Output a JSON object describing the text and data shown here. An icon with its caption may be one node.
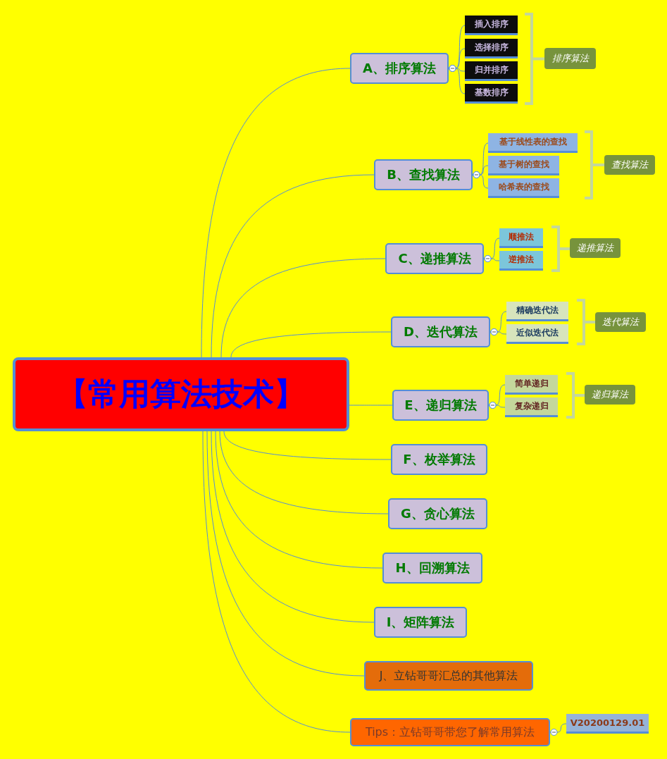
{
  "diagram": {
    "nodes": [
      {
        "text": [
          "【常用算法技术】"
        ]
      },
      {
        "text": [
          "A、排序算法"
        ]
      },
      {
        "text": [
          "插入排序"
        ]
      },
      {
        "text": [
          "选择排序"
        ]
      },
      {
        "text": [
          "归并排序"
        ]
      },
      {
        "text": [
          "基数排序"
        ]
      },
      {
        "text": [
          "排序算法"
        ]
      },
      {
        "text": [
          "B、查找算法"
        ]
      },
      {
        "text": [
          "基于线性表的查找"
        ]
      },
      {
        "text": [
          "基于树的查找"
        ]
      },
      {
        "text": [
          "哈希表的查找"
        ]
      },
      {
        "text": [
          "查找算法"
        ]
      },
      {
        "text": [
          "C、递推算法"
        ]
      },
      {
        "text": [
          "顺推法"
        ]
      },
      {
        "text": [
          "逆推法"
        ]
      },
      {
        "text": [
          "递推算法"
        ]
      },
      {
        "text": [
          "D、迭代算法"
        ]
      },
      {
        "text": [
          "精确迭代法"
        ]
      },
      {
        "text": [
          "近似迭代法"
        ]
      },
      {
        "text": [
          "迭代算法"
        ]
      },
      {
        "text": [
          "E、递归算法"
        ]
      },
      {
        "text": [
          "简单递归"
        ]
      },
      {
        "text": [
          "复杂递归"
        ]
      },
      {
        "text": [
          "递归算法"
        ]
      },
      {
        "text": [
          "F、枚举算法"
        ]
      },
      {
        "text": [
          "G、贪心算法"
        ]
      },
      {
        "text": [
          "H、回溯算法"
        ]
      },
      {
        "text": [
          "I、矩阵算法"
        ]
      },
      {
        "text": [
          "J、立钻哥哥汇总的其他算法"
        ]
      },
      {
        "text": [
          "Tips：立钻哥哥带您了解常用算法"
        ]
      },
      {
        "text": [
          "V20200129.01"
        ]
      }
    ],
    "edges": [
      {
        "from": 0,
        "to": 1,
        "arrow": "none"
      },
      {
        "from": 0,
        "to": 7,
        "arrow": "none"
      },
      {
        "from": 0,
        "to": 12,
        "arrow": "none"
      },
      {
        "from": 0,
        "to": 16,
        "arrow": "none"
      },
      {
        "from": 0,
        "to": 20,
        "arrow": "none"
      },
      {
        "from": 0,
        "to": 24,
        "arrow": "none"
      },
      {
        "from": 0,
        "to": 25,
        "arrow": "none"
      },
      {
        "from": 0,
        "to": 26,
        "arrow": "none"
      },
      {
        "from": 0,
        "to": 27,
        "arrow": "none"
      },
      {
        "from": 0,
        "to": 28,
        "arrow": "none"
      },
      {
        "from": 0,
        "to": 29,
        "arrow": "none"
      },
      {
        "from": 1,
        "to": 2,
        "arrow": "other"
      },
      {
        "from": 1,
        "to": 3,
        "arrow": "other"
      },
      {
        "from": 1,
        "to": 4,
        "arrow": "other"
      },
      {
        "from": 1,
        "to": 5,
        "arrow": "other"
      },
      {
        "from": 7,
        "to": 8,
        "arrow": "other"
      },
      {
        "from": 7,
        "to": 9,
        "arrow": "other"
      },
      {
        "from": 7,
        "to": 10,
        "arrow": "other"
      },
      {
        "from": 12,
        "to": 13,
        "arrow": "other"
      },
      {
        "from": 12,
        "to": 14,
        "arrow": "other"
      },
      {
        "from": 16,
        "to": 17,
        "arrow": "other"
      },
      {
        "from": 16,
        "to": 18,
        "arrow": "other"
      },
      {
        "from": 20,
        "to": 21,
        "arrow": "other"
      },
      {
        "from": 20,
        "to": 22,
        "arrow": "other"
      },
      {
        "from": 29,
        "to": 30,
        "arrow": "other"
      }
    ]
  }
}
